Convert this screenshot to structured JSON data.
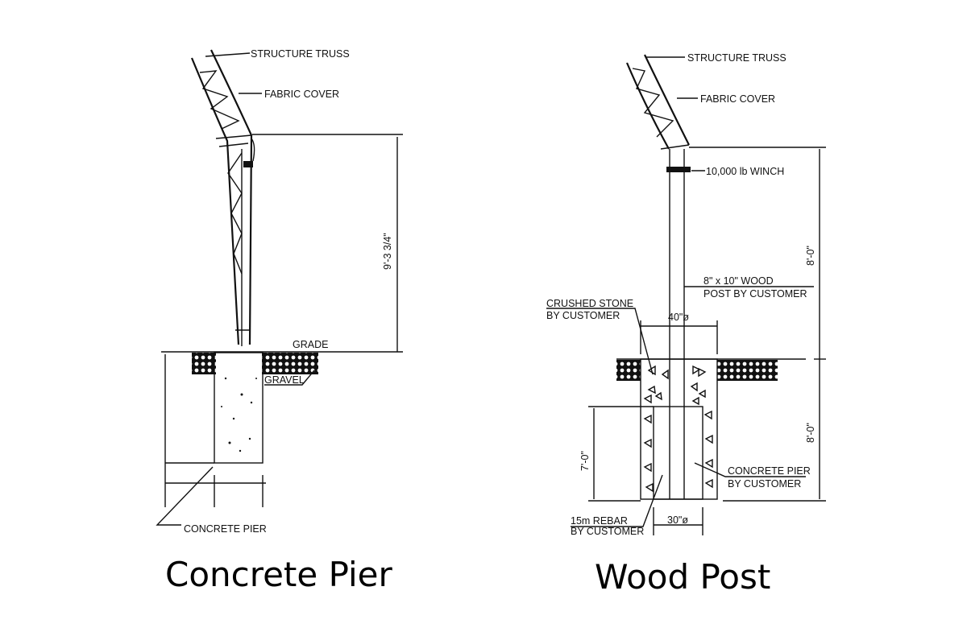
{
  "left": {
    "title": "Concrete Pier",
    "labels": {
      "truss": "STRUCTURE TRUSS",
      "fabric": "FABRIC COVER",
      "height": "9'-3 3/4\"",
      "grade": "GRADE",
      "gravel": "GRAVEL",
      "pier": "CONCRETE PIER"
    }
  },
  "right": {
    "title": "Wood Post",
    "labels": {
      "truss": "STRUCTURE TRUSS",
      "fabric": "FABRIC COVER",
      "winch": "10,000 lb WINCH",
      "above_grade": "8'-0\"",
      "post_1": "8\" x 10\" WOOD",
      "post_2": "POST  BY CUSTOMER",
      "stone_1": "CRUSHED STONE",
      "stone_2": "BY CUSTOMER",
      "outer_dia": "40\"ø",
      "below_grade": "8'-0\"",
      "pier_depth": "7'-0\"",
      "pier_1": "CONCRETE PIER",
      "pier_2": "BY CUSTOMER",
      "rebar_1": "15m  REBAR",
      "rebar_2": "BY CUSTOMER",
      "inner_dia": "30\"ø"
    }
  }
}
